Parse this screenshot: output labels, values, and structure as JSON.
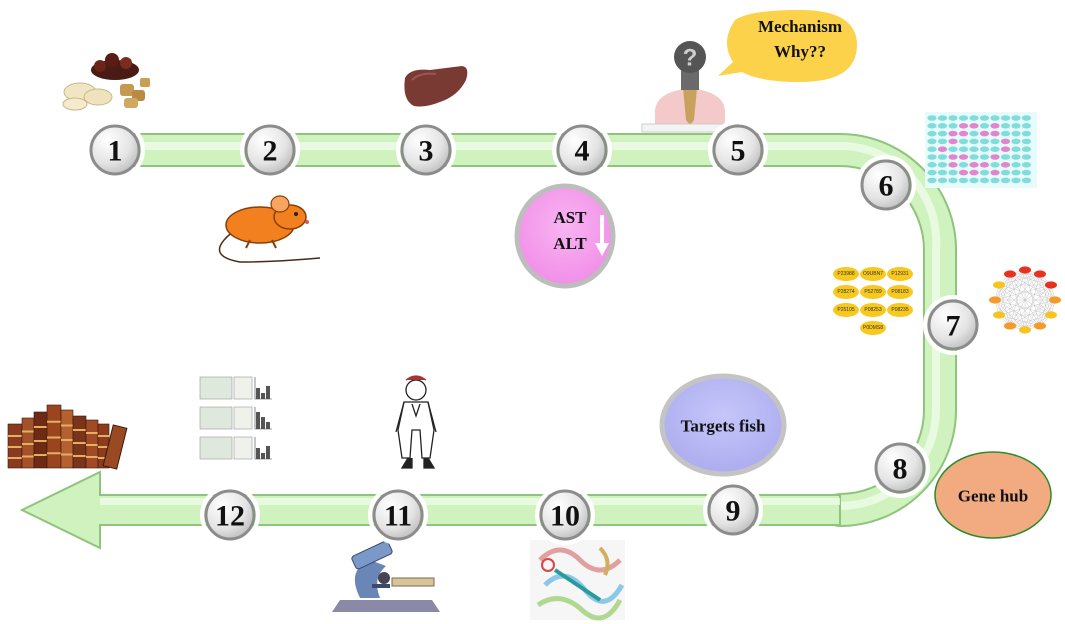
{
  "nodes": [
    {
      "label": "1"
    },
    {
      "label": "2"
    },
    {
      "label": "3"
    },
    {
      "label": "4"
    },
    {
      "label": "5"
    },
    {
      "label": "6"
    },
    {
      "label": "7"
    },
    {
      "label": "8"
    },
    {
      "label": "9"
    },
    {
      "label": "10"
    },
    {
      "label": "11"
    },
    {
      "label": "12"
    }
  ],
  "bubble": {
    "line1": "Mechanism",
    "line2": "Why??"
  },
  "enzyme": {
    "line1": "AST",
    "line2": "ALT"
  },
  "targets_fish": "Targets fish",
  "gene_hub": "Gene hub",
  "question_mark": "?",
  "protein_pills": [
    "P23988",
    "O9UBN7",
    "P12931",
    "P28274",
    "P52789",
    "P08183",
    "P25105",
    "P08253",
    "P08235",
    "P0DMS8"
  ],
  "colors": {
    "track": "#c8f0b8",
    "track_edge": "#8fc47c",
    "node_fill": "#e6e6e6",
    "enzyme": "#f4a0ec",
    "targets_fish": "#b4b4f4",
    "gene_hub": "#f2aa80",
    "bubble": "#fbd24a",
    "pill": "#f7c91f"
  },
  "icons": [
    "herbs-icon",
    "mouse-icon",
    "liver-icon",
    "thinking-man-icon",
    "heatmap-icon",
    "protein-list-icon",
    "network-icon",
    "scientist-icon",
    "microscope-icon",
    "molecular-docking-icon",
    "blot-figure-icon",
    "books-icon"
  ]
}
